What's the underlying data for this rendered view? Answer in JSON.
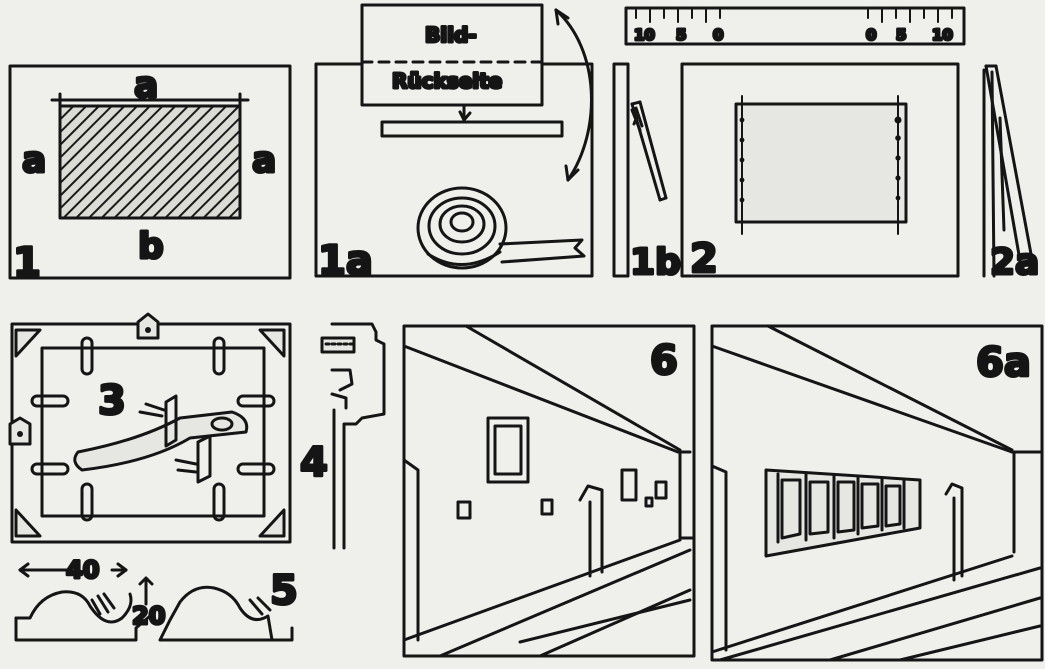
{
  "figure_labels": {
    "p1": "1",
    "p1a": "1a",
    "p1b": "1b",
    "p2": "2",
    "p2a": "2a",
    "p3": "3",
    "p4": "4",
    "p5": "5",
    "p6": "6",
    "p6a": "6a"
  },
  "panel1": {
    "dim_top": "a",
    "dim_left": "a",
    "dim_right": "a",
    "dim_bottom": "b"
  },
  "panel1a": {
    "card_line1": "Bild-",
    "card_line2": "Rückseite"
  },
  "ruler": {
    "ticks_left": [
      "10",
      "5",
      "0"
    ],
    "ticks_right": [
      "0",
      "5",
      "10"
    ]
  },
  "panel5": {
    "dim_width": "40",
    "dim_depth": "20"
  }
}
